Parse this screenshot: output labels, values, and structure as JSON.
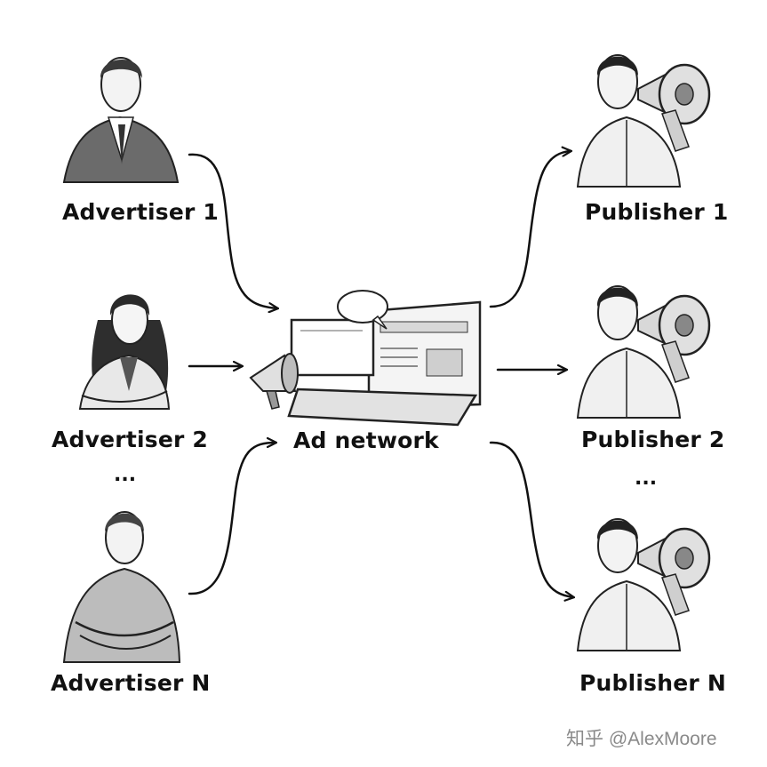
{
  "diagram": {
    "advertisers": [
      "Advertiser 1",
      "Advertiser 2",
      "Advertiser N"
    ],
    "advertiser_ellipsis": "...",
    "center": "Ad network",
    "publishers": [
      "Publisher 1",
      "Publisher 2",
      "Publisher N"
    ],
    "publisher_ellipsis": "..."
  },
  "watermark": "知乎 @AlexMoore",
  "colors": {
    "ink": "#111111",
    "shade": "#d8d8d8",
    "watermark": "#8a8a8a"
  }
}
